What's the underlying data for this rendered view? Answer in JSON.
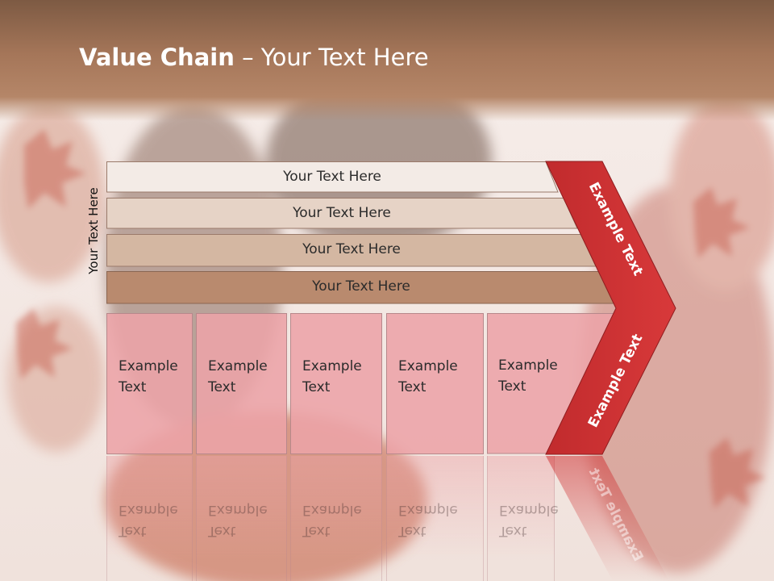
{
  "slide": {
    "title_bold": "Value Chain",
    "title_rest": " – Your Text Here"
  },
  "side_label": "Your Text Here",
  "bars": [
    {
      "label": "Your Text Here",
      "color": "#f3ebe6"
    },
    {
      "label": "Your Text Here",
      "color": "#e6d3c6"
    },
    {
      "label": "Your Text Here",
      "color": "#d4b7a2"
    },
    {
      "label": "Your Text Here",
      "color": "#b98a6e"
    }
  ],
  "cells": [
    {
      "line1": "Example",
      "line2": "Text"
    },
    {
      "line1": "Example",
      "line2": "Text"
    },
    {
      "line1": "Example",
      "line2": "Text"
    },
    {
      "line1": "Example",
      "line2": "Text"
    },
    {
      "line1": "Example",
      "line2": "Text"
    }
  ],
  "chevron": {
    "upper_label": "Example Text",
    "lower_label": "Example Text",
    "color": "#cc3333"
  }
}
